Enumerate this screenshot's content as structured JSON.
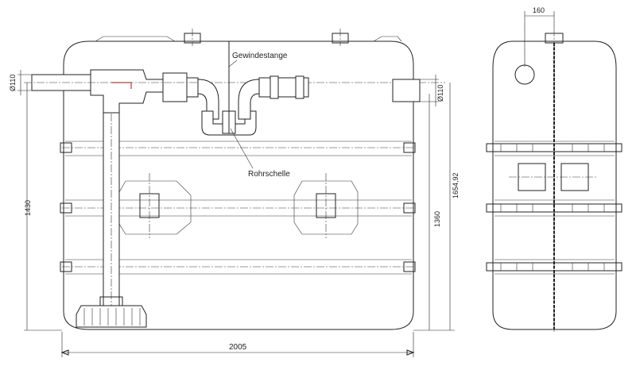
{
  "labels": {
    "gewindestange": "Gewindestange",
    "rohrschelle": "Rohrschelle"
  },
  "dimensions": {
    "width_front": "2005",
    "height_total": "1430",
    "height_tank": "1360",
    "height_inlet": "1654,92",
    "diam_inlet": "Ø110",
    "diam_outlet": "Ø110",
    "side_pipe_width": "160"
  },
  "colors": {
    "line": "#222222",
    "accent": "#d40000"
  }
}
